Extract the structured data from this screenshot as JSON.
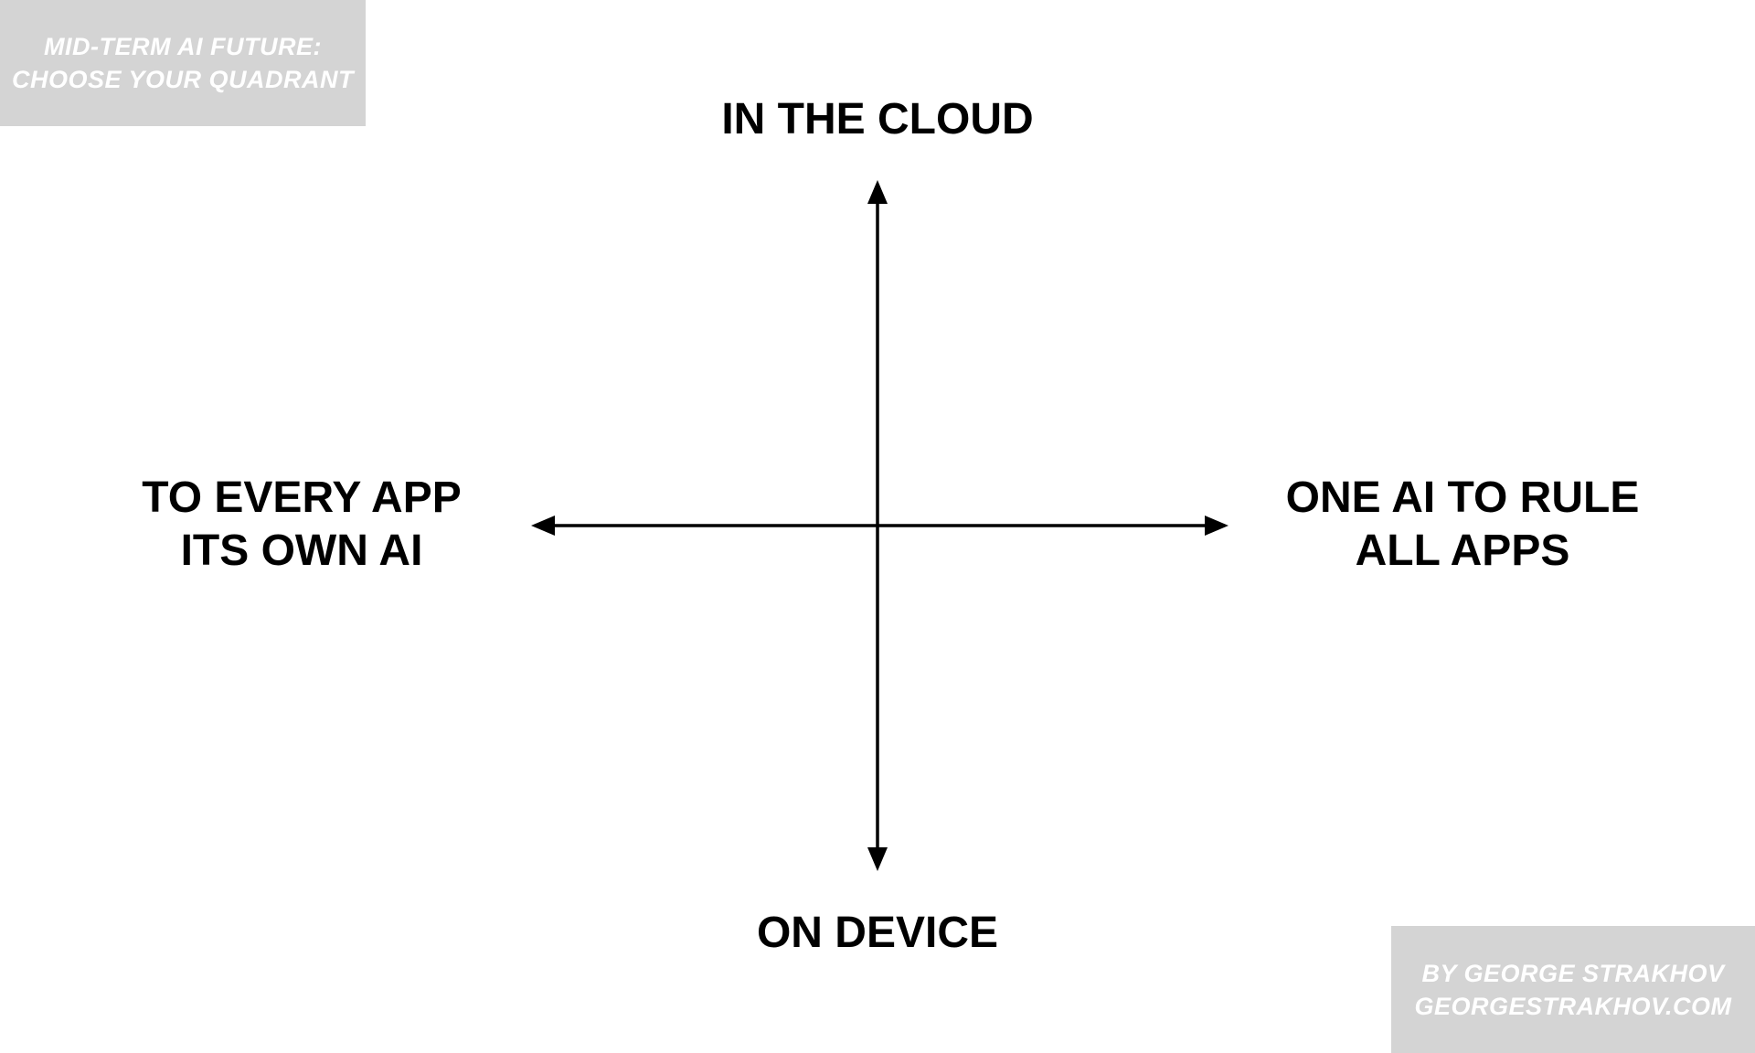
{
  "title_badge": {
    "line1": "MID-TERM AI FUTURE:",
    "line2": "CHOOSE YOUR QUADRANT"
  },
  "credit_badge": {
    "line1": "BY GEORGE STRAKHOV",
    "line2": "GEORGESTRAKHOV.COM"
  },
  "quadrant_axes": {
    "top": "IN THE CLOUD",
    "bottom": "ON DEVICE",
    "left": {
      "line1": "TO EVERY APP",
      "line2": "ITS OWN AI"
    },
    "right": {
      "line1": "ONE AI TO RULE",
      "line2": "ALL APPS"
    }
  },
  "colors": {
    "badge_bg": "#d4d4d4",
    "badge_text": "#ffffff",
    "axis": "#000000",
    "label_text": "#000000",
    "background": "#ffffff"
  }
}
